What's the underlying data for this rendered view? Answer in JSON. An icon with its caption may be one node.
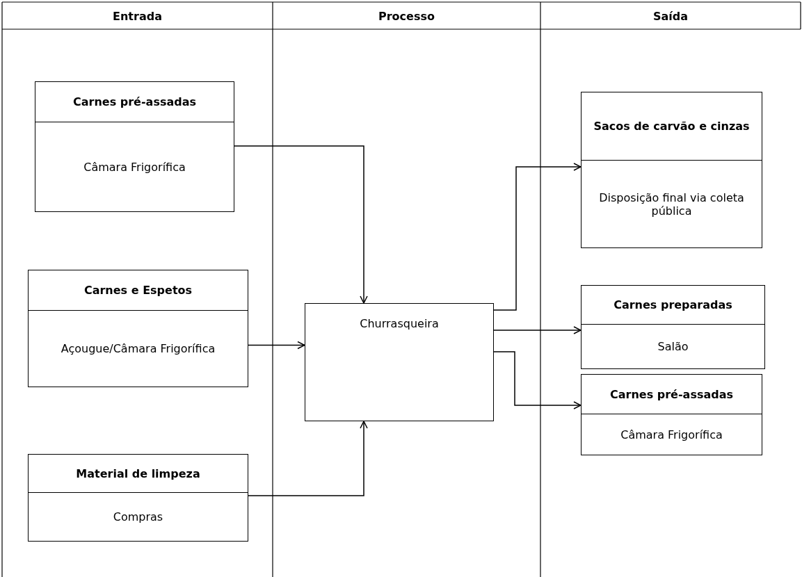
{
  "diagram": {
    "nodes": [
      {
        "text": [
          "Carnes pré-assadas",
          "Câmara Frigorífica"
        ]
      },
      {
        "text": [
          "Carnes e Espetos",
          "Açougue/Câmara Frigorífica"
        ]
      },
      {
        "text": [
          "Material de limpeza",
          "Compras"
        ]
      },
      {
        "text": [
          "Churrasqueira"
        ]
      },
      {
        "text": [
          "Sacos de carvão e cinzas",
          "Disposição final via coleta pública"
        ]
      },
      {
        "text": [
          "Carnes preparadas",
          "Salão"
        ]
      },
      {
        "text": [
          "Carnes pré-assadas",
          "Câmara Frigorífica"
        ]
      }
    ],
    "edges": [
      {
        "from": 0,
        "to": 3,
        "arrow": "to"
      },
      {
        "from": 1,
        "to": 3,
        "arrow": "to"
      },
      {
        "from": 2,
        "to": 3,
        "arrow": "to"
      },
      {
        "from": 3,
        "to": 4,
        "arrow": "to"
      },
      {
        "from": 3,
        "to": 5,
        "arrow": "to"
      },
      {
        "from": 3,
        "to": 6,
        "arrow": "to"
      }
    ],
    "labels": [
      "Entrada",
      "Processo",
      "Saída"
    ]
  }
}
